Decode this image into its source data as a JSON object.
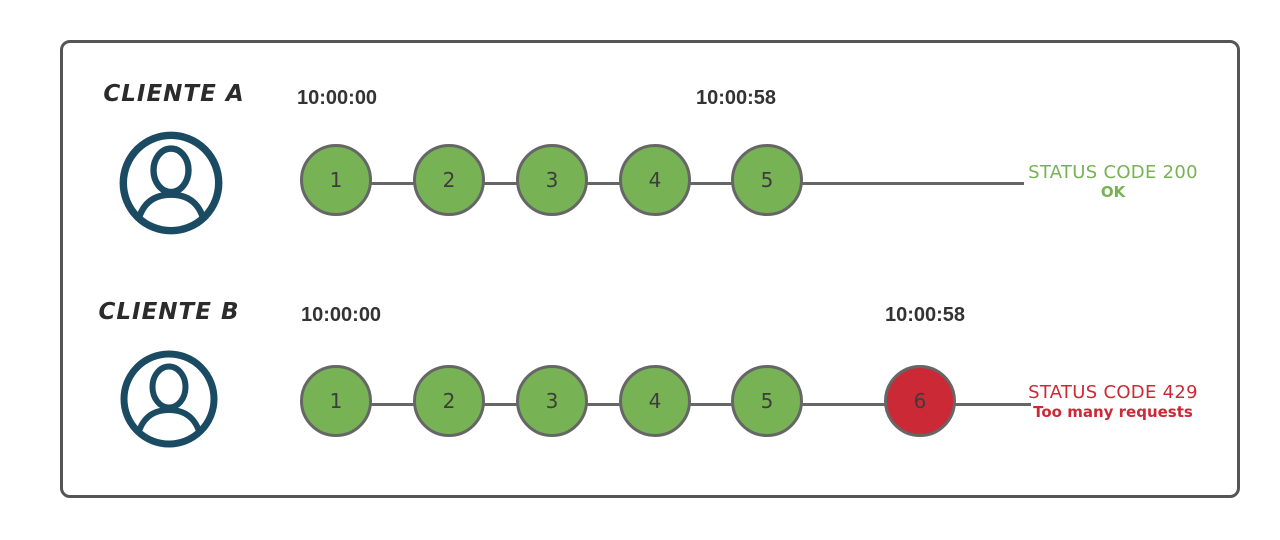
{
  "panel": {
    "title": "rate-limit-comparison"
  },
  "colors": {
    "request_ok": "#77b255",
    "request_error": "#cc2936",
    "circle_border": "#666666",
    "connector_line": "#666666",
    "avatar": "#1b4a63",
    "timestamp_text": "#333333",
    "label_text": "#2b2b2b",
    "panel_border": "#555555"
  },
  "clients": [
    {
      "label": "CLIENTE A",
      "start_time": "10:00:00",
      "end_time": "10:00:58",
      "requests": [
        {
          "n": "1",
          "status": "ok"
        },
        {
          "n": "2",
          "status": "ok"
        },
        {
          "n": "3",
          "status": "ok"
        },
        {
          "n": "4",
          "status": "ok"
        },
        {
          "n": "5",
          "status": "ok"
        }
      ],
      "status_code": "STATUS CODE 200",
      "status_description": "OK",
      "status_color": "#77b255"
    },
    {
      "label": "CLIENTE B",
      "start_time": "10:00:00",
      "end_time": "10:00:58",
      "requests": [
        {
          "n": "1",
          "status": "ok"
        },
        {
          "n": "2",
          "status": "ok"
        },
        {
          "n": "3",
          "status": "ok"
        },
        {
          "n": "4",
          "status": "ok"
        },
        {
          "n": "5",
          "status": "ok"
        },
        {
          "n": "6",
          "status": "error"
        }
      ],
      "status_code": "STATUS CODE 429",
      "status_description": "Too many requests",
      "status_color": "#cc2936"
    }
  ]
}
